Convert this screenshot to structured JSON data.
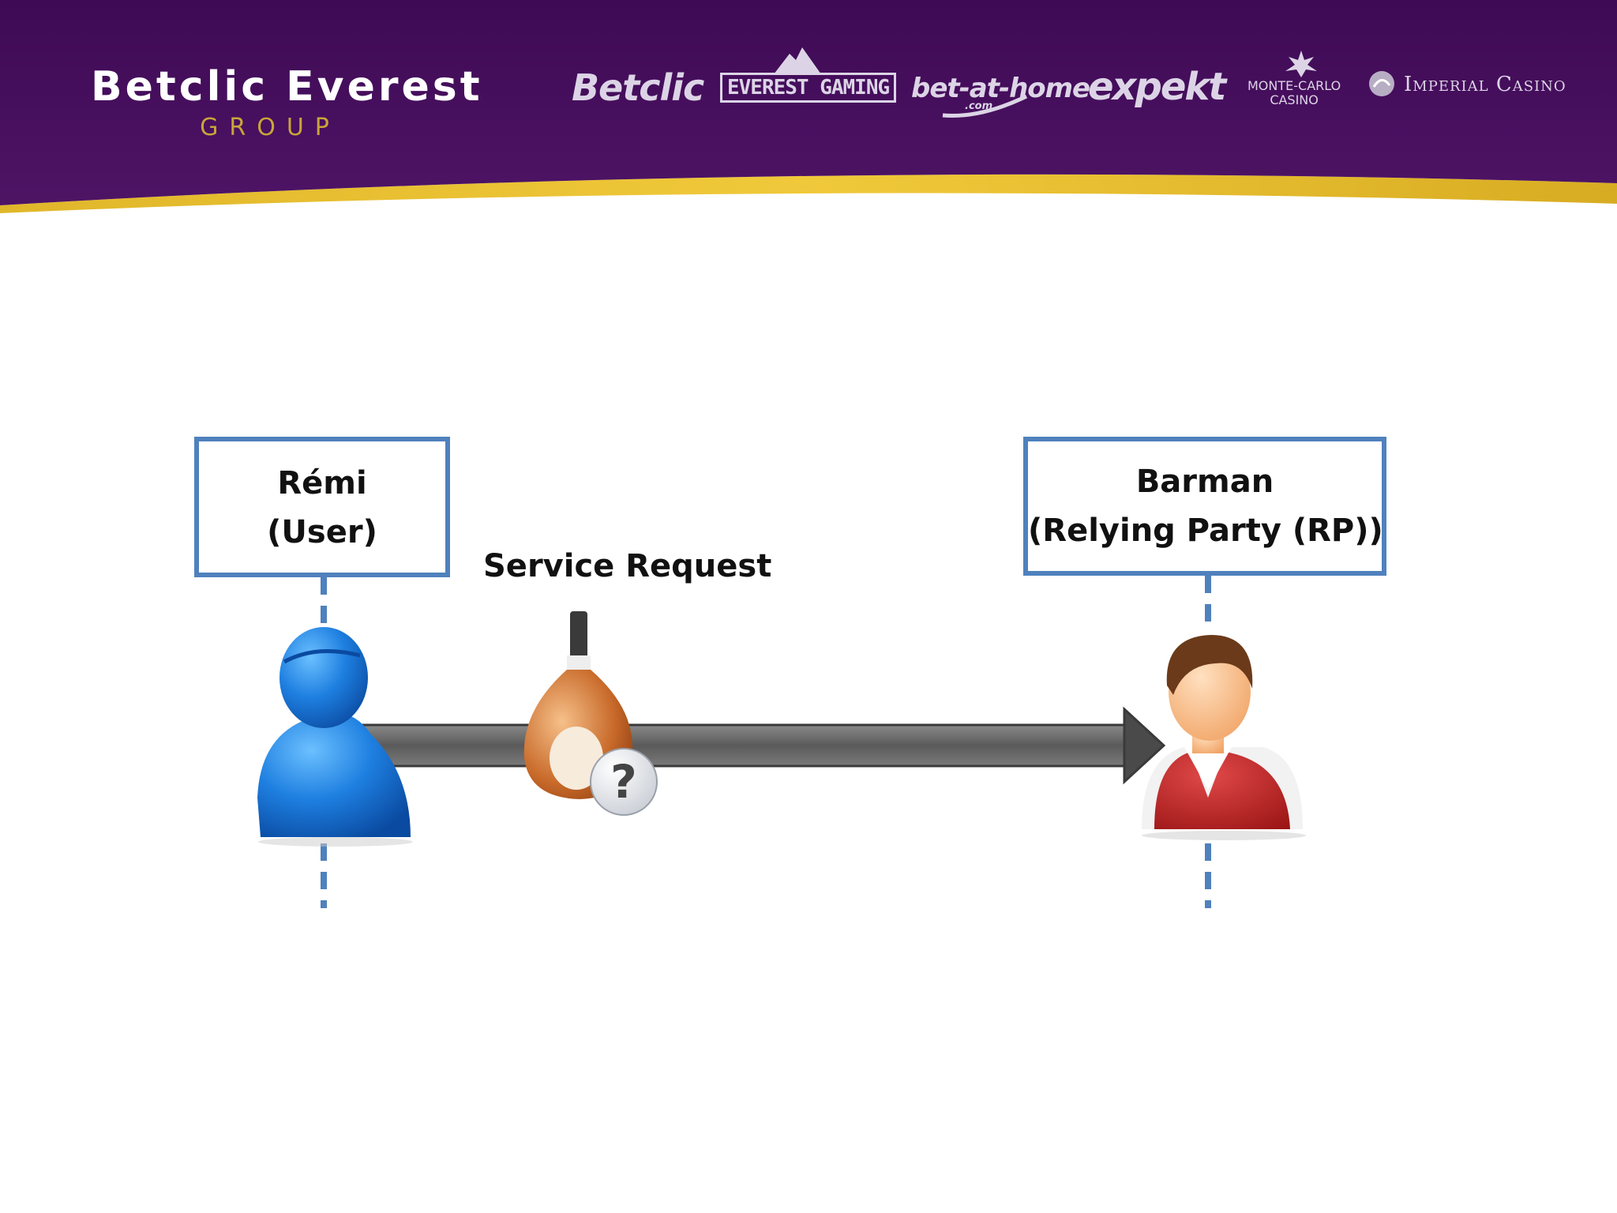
{
  "header": {
    "brand_name": "Betclic Everest",
    "brand_group": "GROUP",
    "logos": [
      {
        "name": "Betclic",
        "text": "Betclic"
      },
      {
        "name": "Everest Gaming",
        "text": "EVEREST GAMING"
      },
      {
        "name": "bet-at-home",
        "text": "bet-at-home",
        "sub": ".com"
      },
      {
        "name": "expekt",
        "text": "expekt"
      },
      {
        "name": "Monte-Carlo Casino",
        "line1": "MONTE-CARLO",
        "line2": "CASINO"
      },
      {
        "name": "Imperial Casino",
        "text": "Imperial Casino"
      }
    ],
    "colors": {
      "band": "#4a0f5e",
      "accent": "#d4a821"
    }
  },
  "diagram": {
    "user_box": {
      "line1": "Rémi",
      "line2": "(User)"
    },
    "rp_box": {
      "line1": "Barman",
      "line2": "(Relying Party (RP))"
    },
    "message_label": "Service Request",
    "colors": {
      "box_border": "#4f81bd",
      "lifeline": "#4f81bd",
      "arrow": "#666666"
    }
  }
}
